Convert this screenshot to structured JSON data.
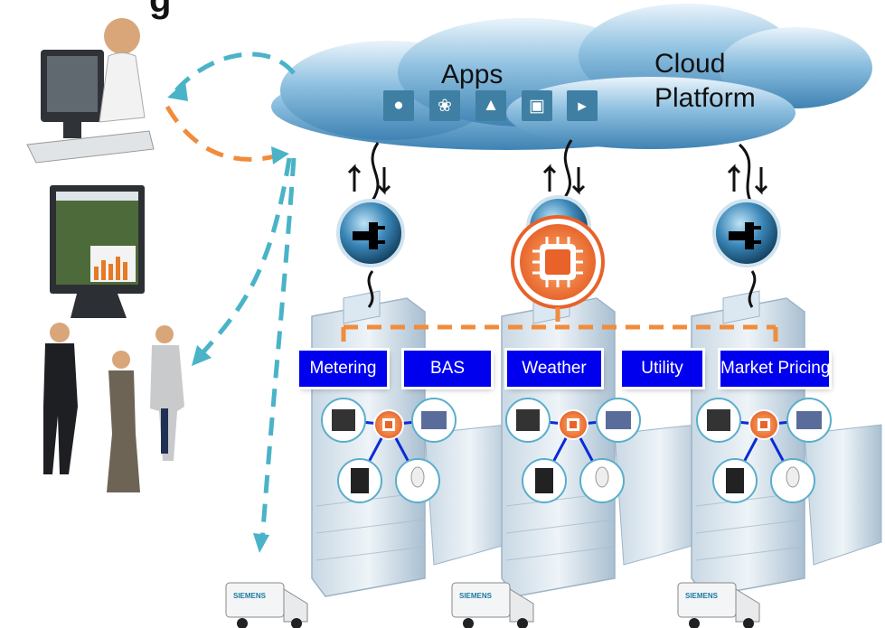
{
  "title_fragment": "g",
  "cloud": {
    "apps_label": "Apps",
    "platform_label": "Cloud\nPlatform"
  },
  "app_icons": [
    "lightbulb-icon",
    "leaf-icon",
    "transmission-tower-icon",
    "lock-icon",
    "speaker-icon"
  ],
  "tags": {
    "metering": "Metering",
    "bas": "BAS",
    "weather": "Weather",
    "utility": "Utility",
    "market_pricing": "Market Pricing"
  },
  "van_brand": "SIEMENS",
  "colors": {
    "cloud": "#4d8fbd",
    "tag_blue": "#0000ee",
    "dash_teal": "#4ab3c8",
    "dash_orange": "#f08c3c",
    "chip_orange": "#e8622a",
    "plug_blue": "#1e5c86"
  }
}
